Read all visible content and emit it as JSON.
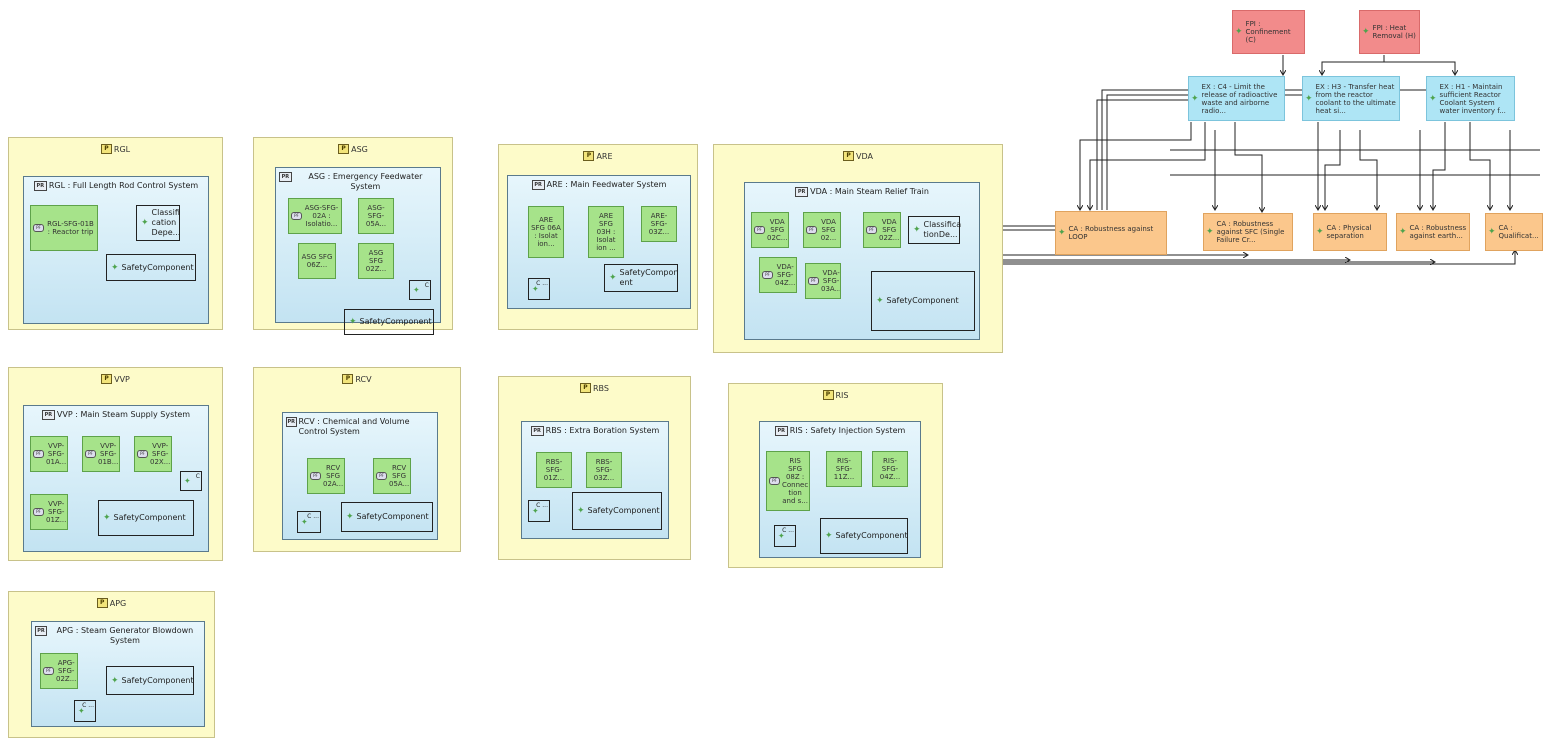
{
  "packages": {
    "rgl": {
      "name": "RGL",
      "system": "RGL : Full Length Rod Control System",
      "sfgs": [
        "RGL-SFG-01B : Reactor trip"
      ],
      "classification": "Classifi cation Depe...",
      "safety": "SafetyComponent"
    },
    "asg": {
      "name": "ASG",
      "system": "ASG : Emergency Feedwater System",
      "sfgs": [
        "ASG-SFG-02A : Isolatio...",
        "ASG-SFG-05A...",
        "ASG SFG 06Z...",
        "ASG SFG 02Z..."
      ],
      "small": "C",
      "safety": "SafetyComponent"
    },
    "are": {
      "name": "ARE",
      "system": "ARE : Main Feedwater System",
      "sfgs": [
        "ARE SFG 06A : Isolat ion...",
        "ARE SFG 03H : Isolat ion ...",
        "ARE-SFG-03Z..."
      ],
      "small": "C ...",
      "safety": "SafetyCompon ent"
    },
    "vda": {
      "name": "VDA",
      "system": "VDA : Main Steam Relief Train",
      "sfgs": [
        "VDA SFG 02C...",
        "VDA SFG 02...",
        "VDA SFG 02Z...",
        "VDA-SFG-04Z...",
        "VDA-SFG-03A..."
      ],
      "classification": "Classifica tionDe...",
      "safety": "SafetyComponent"
    },
    "vvp": {
      "name": "VVP",
      "system": "VVP : Main Steam Supply System",
      "sfgs": [
        "VVP-SFG-01A...",
        "VVP-SFG-01B...",
        "VVP-SFG-02X...",
        "VVP-SFG-01Z..."
      ],
      "small": "C",
      "safety": "SafetyComponent"
    },
    "rcv": {
      "name": "RCV",
      "system": "RCV : Chemical and Volume Control System",
      "sfgs": [
        "RCV SFG 02A...",
        "RCV SFG 05A..."
      ],
      "small": "C ...",
      "safety": "SafetyComponent"
    },
    "rbs": {
      "name": "RBS",
      "system": "RBS : Extra Boration System",
      "sfgs": [
        "RBS-SFG-01Z...",
        "RBS-SFG-03Z..."
      ],
      "small": "C ...",
      "safety": "SafetyComponent"
    },
    "ris": {
      "name": "RIS",
      "system": "RIS : Safety Injection System",
      "sfgs": [
        "RIS SFG 08Z : Connec tion and s...",
        "RIS-SFG-11Z...",
        "RIS-SFG-04Z..."
      ],
      "small": "C ...",
      "safety": "SafetyComponent"
    },
    "apg": {
      "name": "APG",
      "system": "APG : Steam Generator Blowdown System",
      "sfgs": [
        "APG-SFG-02Z..."
      ],
      "small": "C ...",
      "safety": "SafetyComponent"
    }
  },
  "fpi": [
    "FPI : Confinement (C)",
    "FPI : Heat Removal (H)"
  ],
  "ex": [
    "EX : C4 - Limit the release of radioactive waste and airborne radio...",
    "EX : H3 - Transfer heat from the reactor coolant to the ultimate heat si...",
    "EX : H1 - Maintain sufficient Reactor Coolant System water inventory f..."
  ],
  "ca": [
    "CA : Robustness against LOOP",
    "CA : Robustness against SFC (Single Failure Cr...",
    "CA : Physical separation",
    "CA : Robustness against earth...",
    "CA : Qualificat..."
  ],
  "icons": {
    "package": "P",
    "system": "PR",
    "sfg": "PF",
    "element": "diamond-star-icon"
  },
  "colors": {
    "package_bg": "#fdfbc9",
    "system_bg": "#c3e3f2",
    "sfg": "#a6e38a",
    "fpi": "#f28b8b",
    "ex": "#aee5f5",
    "ca": "#fbc78c"
  }
}
